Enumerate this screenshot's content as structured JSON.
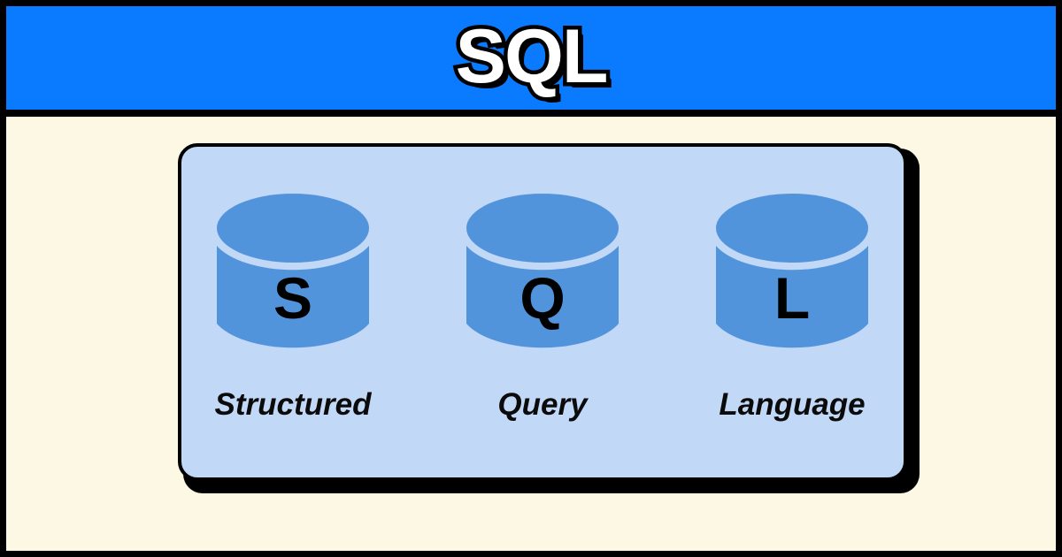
{
  "page": {
    "background_color": "#FDF8E4",
    "border_color": "#000000"
  },
  "header": {
    "title": "SQL",
    "background_color": "#0A7BFF",
    "text_color": "#FFFFFF",
    "outline_color": "#000000"
  },
  "panel": {
    "background_color": "#C2D8F7",
    "border_color": "#000000",
    "shadow_color": "#000000"
  },
  "items": [
    {
      "letter": "S",
      "label": "Structured",
      "icon": "database-cylinder-icon",
      "body_color": "#5294DB",
      "top_color": "#5294DB",
      "gap_color": "#C2D8F7"
    },
    {
      "letter": "Q",
      "label": "Query",
      "icon": "database-cylinder-icon",
      "body_color": "#5294DB",
      "top_color": "#5294DB",
      "gap_color": "#C2D8F7"
    },
    {
      "letter": "L",
      "label": "Language",
      "icon": "database-cylinder-icon",
      "body_color": "#5294DB",
      "top_color": "#5294DB",
      "gap_color": "#C2D8F7"
    }
  ]
}
